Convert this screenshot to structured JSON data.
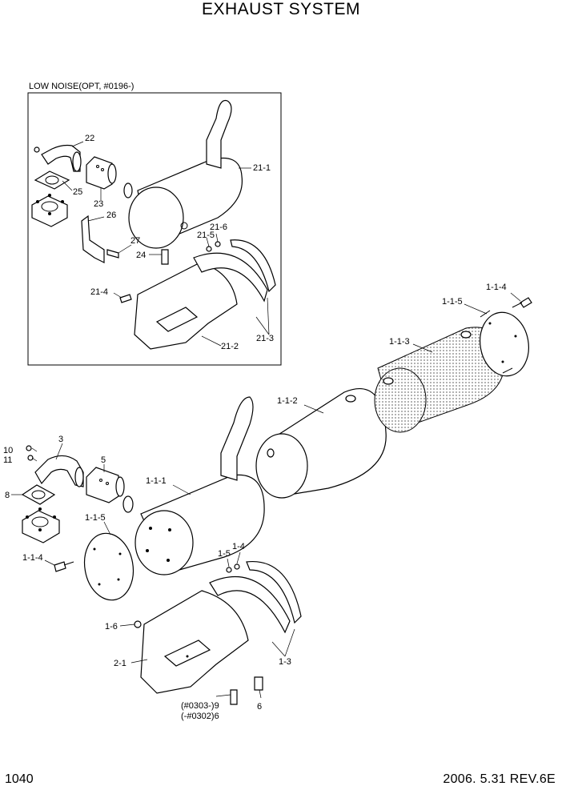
{
  "page": {
    "title": "EXHAUST SYSTEM",
    "page_number": "1040",
    "revision": "2006. 5.31  REV.6E"
  },
  "inset": {
    "label": "LOW NOISE(OPT, #0196-)",
    "callouts": {
      "c22": "22",
      "c25": "25",
      "c23": "23",
      "c26": "26",
      "c27": "27",
      "c24": "24",
      "c21_1": "21-1",
      "c21_6": "21-6",
      "c21_5": "21-5",
      "c21_4": "21-4",
      "c21_3": "21-3",
      "c21_2": "21-2"
    }
  },
  "main": {
    "callouts": {
      "c1_1_4a": "1-1-4",
      "c1_1_5a": "1-1-5",
      "c1_1_3": "1-1-3",
      "c1_1_2": "1-1-2",
      "c10": "10",
      "c11": "11",
      "c3": "3",
      "c5": "5",
      "c8": "8",
      "c1_1_1": "1-1-1",
      "c1_1_5b": "1-1-5",
      "c1_1_4b": "1-1-4",
      "c1_5": "1-5",
      "c1_4": "1-4",
      "c1_6": "1-6",
      "c2_1": "2-1",
      "c1_3": "1-3",
      "c9": "(#0303-)9",
      "c6a": "(-#0302)6",
      "c6b": "6"
    }
  },
  "colors": {
    "line": "#000000",
    "background": "#ffffff",
    "mesh": "#9a9a9a"
  }
}
